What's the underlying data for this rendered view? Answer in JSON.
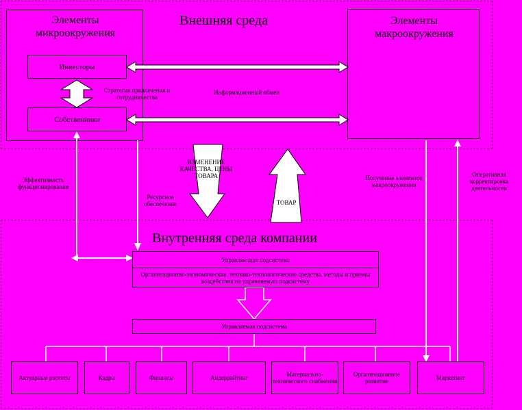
{
  "external": {
    "title": "Внешняя среда",
    "micro_left": "Элементы микроокружения",
    "micro_right": "Элементы макроокружения",
    "investors": "Инвесторы",
    "owners": "Собственники",
    "interaction_note": "Стратегия привлечения и сотрудничества",
    "info_exchange": "Информационный обмен"
  },
  "flows": {
    "efficiency": "Эффективность функционирования",
    "resources": "Ресурсное обеспечение",
    "price_change": "ИЗМЕНЕНИЕ КАЧЕСТВА, ЦЕНЫ ТОВАРА",
    "goods": "ТОВАР",
    "receiving": "Получение элементов макроокружения",
    "correction": "Оперативная корректировка деятельности"
  },
  "internal": {
    "title": "Внутренняя среда компании",
    "managing": "Управляющая подсистема",
    "methods": "Организационно-экономические, технико-технологические средства, методы и приемы воздействия на управляемую подсистему",
    "managed": "Управляемая подсистема",
    "units": [
      "Актуарные расчеты",
      "Кадры",
      "Финансы",
      "Андеррайтинг",
      "Материально-технического снабжения",
      "Организационное развитие",
      "Маркетинг"
    ]
  },
  "colors": {
    "background": "#ff00ff",
    "lines": "#ffffff",
    "border": "#000000"
  }
}
